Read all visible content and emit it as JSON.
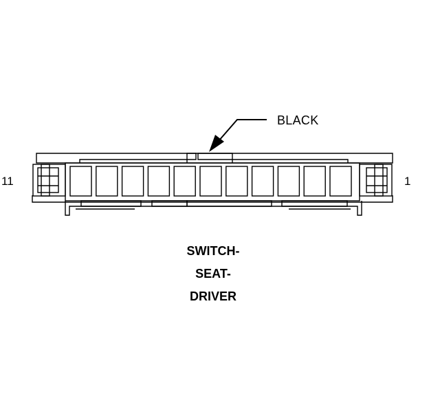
{
  "connector": {
    "color_label": "BLACK",
    "pin_left": "11",
    "pin_right": "1",
    "cavity_count": 11,
    "name_lines": [
      "SWITCH-",
      "SEAT-",
      "DRIVER"
    ]
  },
  "colors": {
    "stroke": "#000000",
    "background": "#ffffff"
  }
}
